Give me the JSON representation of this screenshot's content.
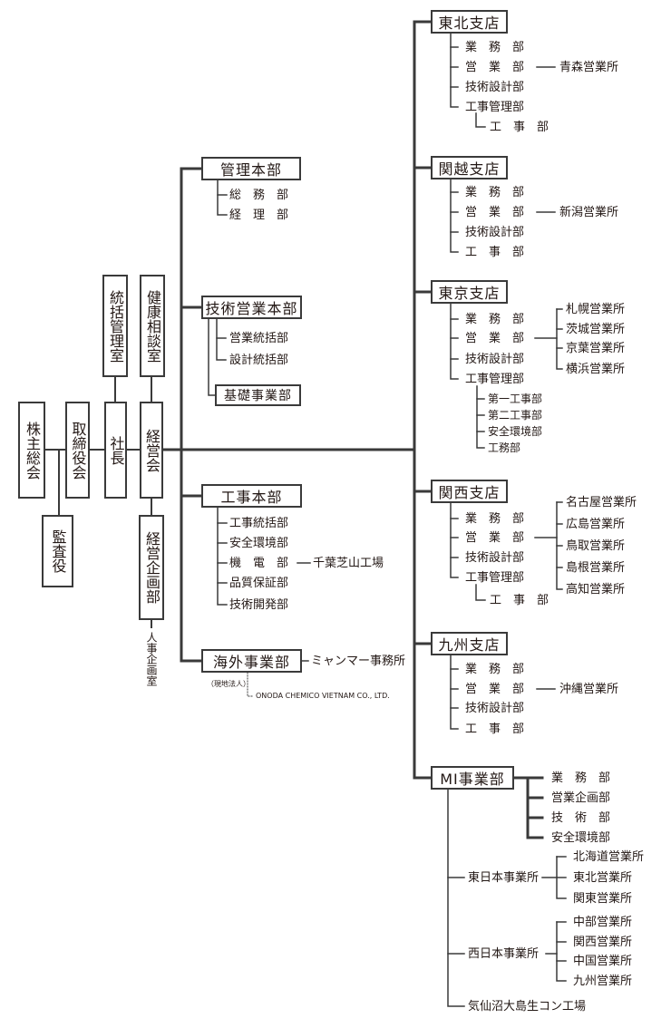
{
  "top": {
    "shareholders": "株主総会",
    "board": "取締役会",
    "auditors": "監査役",
    "president": "社長",
    "management_council": "経営会",
    "general_mgmt_office": "統括管理室",
    "health_consult_room": "健康相談室",
    "corp_planning": "経営企画部",
    "hr_planning": "人事企画室"
  },
  "hq": {
    "admin": {
      "name": "管理本部",
      "subs": [
        "総　務　部",
        "経　理　部"
      ]
    },
    "tech_sales": {
      "name": "技術営業本部",
      "subs": [
        "営業統括部",
        "設計統括部"
      ],
      "box": "基礎事業部"
    },
    "construction": {
      "name": "工事本部",
      "subs": [
        "工事統括部",
        "安全環境部",
        "機　電　部",
        "品質保証部",
        "技術開発部"
      ],
      "factory": "千葉芝山工場"
    },
    "overseas": {
      "name": "海外事業部",
      "office": "ミャンマー事務所",
      "local_label": "（現地法人）",
      "local_corp": "ONODA CHEMICO VIETNAM CO., LTD."
    }
  },
  "branches": {
    "tohoku": {
      "name": "東北支店",
      "depts": [
        "業　務　部",
        "営　業　部",
        "技術設計部",
        "工事管理部"
      ],
      "sub": "工　事　部",
      "office": "青森営業所"
    },
    "kanetsu": {
      "name": "関越支店",
      "depts": [
        "業　務　部",
        "営　業　部",
        "技術設計部",
        "工　事　部"
      ],
      "office": "新潟営業所"
    },
    "tokyo": {
      "name": "東京支店",
      "depts": [
        "業　務　部",
        "営　業　部",
        "技術設計部",
        "工事管理部"
      ],
      "subs": [
        "第一工事部",
        "第二工事部",
        "安全環境部",
        "工務部"
      ],
      "offices": [
        "札幌営業所",
        "茨城営業所",
        "京葉営業所",
        "横浜営業所"
      ]
    },
    "kansai": {
      "name": "関西支店",
      "depts": [
        "業　務　部",
        "営　業　部",
        "技術設計部",
        "工事管理部"
      ],
      "sub": "工　事　部",
      "offices": [
        "名古屋営業所",
        "広島営業所",
        "鳥取営業所",
        "島根営業所",
        "高知営業所"
      ]
    },
    "kyushu": {
      "name": "九州支店",
      "depts": [
        "業　務　部",
        "営　業　部",
        "技術設計部",
        "工　事　部"
      ],
      "office": "沖縄営業所"
    }
  },
  "mi": {
    "name": "MI事業部",
    "depts": [
      "業　務　部",
      "営業企画部",
      "技　術　部",
      "安全環境部"
    ],
    "east": {
      "name": "東日本事業所",
      "offices": [
        "北海道営業所",
        "東北営業所",
        "関東営業所"
      ]
    },
    "west": {
      "name": "西日本事業所",
      "offices": [
        "中部営業所",
        "関西営業所",
        "中国営業所",
        "九州営業所"
      ]
    },
    "plant": "気仙沼大島生コン工場"
  }
}
